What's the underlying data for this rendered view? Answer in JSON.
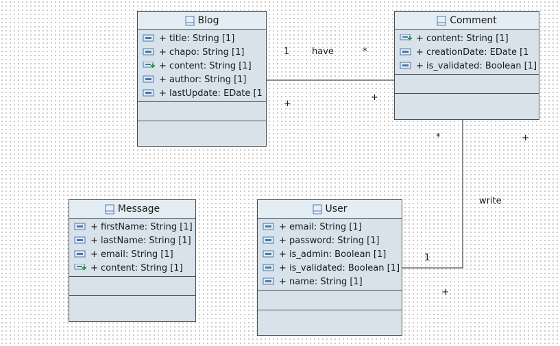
{
  "colors": {
    "class_fill": "#d7e2ea",
    "class_header": "#e4edf3",
    "border": "#4d4d4d",
    "icon_blue": "#4a78a8",
    "icon_green": "#2a9a2a"
  },
  "classes": {
    "blog": {
      "name": "Blog",
      "attributes": [
        {
          "text": "+ title: String [1]",
          "icon": "attribute-icon"
        },
        {
          "text": "+ chapo: String [1]",
          "icon": "attribute-icon"
        },
        {
          "text": "+ content: String [1]",
          "icon": "attribute-add-icon"
        },
        {
          "text": "+ author: String [1]",
          "icon": "attribute-icon"
        },
        {
          "text": "+ lastUpdate: EDate [1",
          "icon": "attribute-icon"
        }
      ]
    },
    "comment": {
      "name": "Comment",
      "attributes": [
        {
          "text": "+ content: String [1]",
          "icon": "attribute-add-icon"
        },
        {
          "text": "+ creationDate: EDate [1",
          "icon": "attribute-icon"
        },
        {
          "text": "+ is_validated: Boolean [1]",
          "icon": "attribute-icon"
        }
      ]
    },
    "message": {
      "name": "Message",
      "attributes": [
        {
          "text": "+ firstName: String [1]",
          "icon": "attribute-icon"
        },
        {
          "text": "+ lastName: String [1]",
          "icon": "attribute-icon"
        },
        {
          "text": "+ email: String [1]",
          "icon": "attribute-icon"
        },
        {
          "text": "+ content: String [1]",
          "icon": "attribute-add-icon"
        }
      ]
    },
    "user": {
      "name": "User",
      "attributes": [
        {
          "text": "+ email: String [1]",
          "icon": "attribute-icon"
        },
        {
          "text": "+ password: String [1]",
          "icon": "attribute-icon"
        },
        {
          "text": "+ is_admin: Boolean [1]",
          "icon": "attribute-icon"
        },
        {
          "text": "+ is_validated: Boolean [1]",
          "icon": "attribute-icon"
        },
        {
          "text": "+ name: String [1]",
          "icon": "attribute-icon"
        }
      ]
    }
  },
  "associations": {
    "have": {
      "name": "have",
      "source_multiplicity": "1",
      "target_multiplicity": "*",
      "source_plus": "+",
      "target_plus": "+"
    },
    "write": {
      "name": "write",
      "source_multiplicity": "*",
      "target_multiplicity": "1",
      "source_plus": "+",
      "target_plus": "+"
    }
  }
}
